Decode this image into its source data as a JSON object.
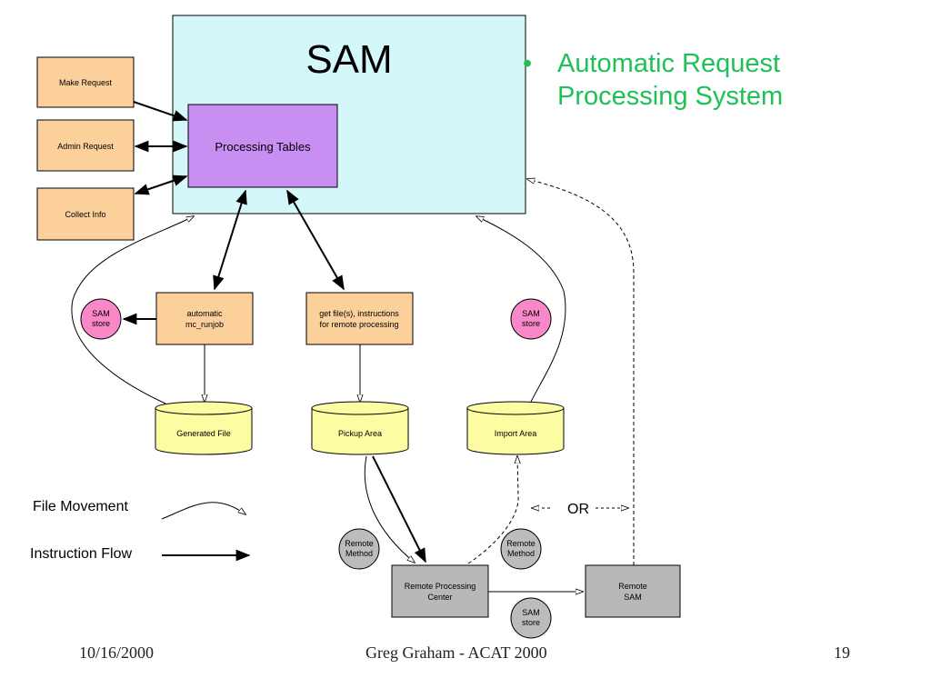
{
  "title": "SAM",
  "bullet": {
    "symbol": "•",
    "text_line1": "Automatic Request",
    "text_line2": "Processing System",
    "color": "#1fc157"
  },
  "boxes": {
    "make_request": "Make Request",
    "admin_request": "Admin Request",
    "collect_info": "Collect Info",
    "processing_tables": "Processing Tables",
    "mc_runjob_line1": "automatic",
    "mc_runjob_line2": "mc_runjob",
    "get_files_line1": "get file(s), instructions",
    "get_files_line2": "for remote processing",
    "remote_processing_line1": "Remote Processing",
    "remote_processing_line2": "Center",
    "remote_sam_line1": "Remote",
    "remote_sam_line2": "SAM"
  },
  "stores": {
    "sam_store_left_line1": "SAM",
    "sam_store_left_line2": "store",
    "sam_store_right_line1": "SAM",
    "sam_store_right_line2": "store",
    "sam_store_bottom_line1": "SAM",
    "sam_store_bottom_line2": "store",
    "remote_method_left_line1": "Remote",
    "remote_method_left_line2": "Method",
    "remote_method_right_line1": "Remote",
    "remote_method_right_line2": "Method"
  },
  "cylinders": {
    "generated_file": "Generated File",
    "pickup_area": "Pickup Area",
    "import_area": "Import Area"
  },
  "or_label": "OR",
  "legend": {
    "file_movement": "File Movement",
    "instruction_flow": "Instruction Flow"
  },
  "footer": {
    "date": "10/16/2000",
    "author": "Greg Graham - ACAT 2000",
    "page": "19"
  },
  "colors": {
    "sam_bg": "#d4f7f9",
    "processing_tables": "#c88ef2",
    "request_box": "#fbd09a",
    "store_pink": "#f888c8",
    "cylinder_yellow": "#fcfca2",
    "remote_gray": "#b8b8b8",
    "method_gray": "#bcbcbc"
  }
}
